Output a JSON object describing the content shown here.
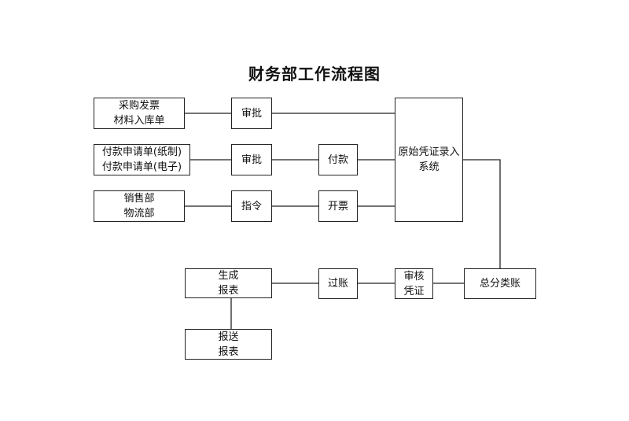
{
  "title": "财务部工作流程图",
  "nodes": {
    "purchase_docs": {
      "lines": [
        "采购发票",
        "材料入库单"
      ]
    },
    "approve_1": {
      "lines": [
        "审批"
      ]
    },
    "payment_requests": {
      "lines": [
        "付款申请单(纸制)",
        "付款申请单(电子)"
      ]
    },
    "approve_2": {
      "lines": [
        "审批"
      ]
    },
    "payment": {
      "lines": [
        "付款"
      ]
    },
    "sales_logistics": {
      "lines": [
        "销售部",
        "物流部"
      ]
    },
    "instruction": {
      "lines": [
        "指令"
      ]
    },
    "invoicing": {
      "lines": [
        "开票"
      ]
    },
    "voucher_entry": {
      "lines": [
        "原始凭证录入",
        "系统"
      ]
    },
    "general_ledger": {
      "lines": [
        "总分类账"
      ]
    },
    "audit_voucher": {
      "lines": [
        "审核",
        "凭证"
      ]
    },
    "posting": {
      "lines": [
        "过账"
      ]
    },
    "generate_reports": {
      "lines": [
        "生成",
        "报表"
      ]
    },
    "submit_reports": {
      "lines": [
        "报送",
        "报表"
      ]
    }
  }
}
